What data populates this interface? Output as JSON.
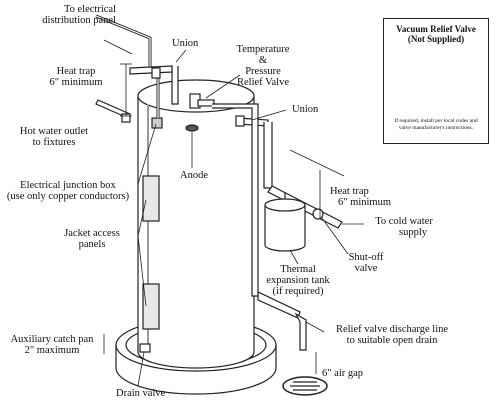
{
  "labels": {
    "electrical_panel": [
      "To electrical",
      "distribution panel"
    ],
    "union_top": "Union",
    "tp_valve": [
      "Temperature",
      "&",
      "Pressure",
      "Relief Valve"
    ],
    "heat_trap_left": [
      "Heat trap",
      "6\" minimum"
    ],
    "union_right": "Union",
    "hot_water_outlet": [
      "Hot water outlet",
      "to fixtures"
    ],
    "anode": "Anode",
    "junction_box": [
      "Electrical junction box",
      "(use only copper conductors)"
    ],
    "heat_trap_right": [
      "Heat trap",
      "6\" minimum"
    ],
    "cold_water": [
      "To cold water",
      "supply"
    ],
    "jacket_panels": [
      "Jacket access",
      "panels"
    ],
    "shutoff_valve": [
      "Shut-off",
      "valve"
    ],
    "expansion_tank": [
      "Thermal",
      "expansion tank",
      "(if required)"
    ],
    "catch_pan": [
      "Auxiliary catch pan",
      "2\" maximum"
    ],
    "relief_discharge": [
      "Relief valve discharge line",
      "to suitable open drain"
    ],
    "air_gap": "6\" air gap",
    "drain_valve": "Drain valve"
  },
  "inset": {
    "title": [
      "Vacuum Relief Valve",
      "(Not Supplied)"
    ],
    "note": "If required, install per local codes and valve manufacturer's instructions."
  }
}
